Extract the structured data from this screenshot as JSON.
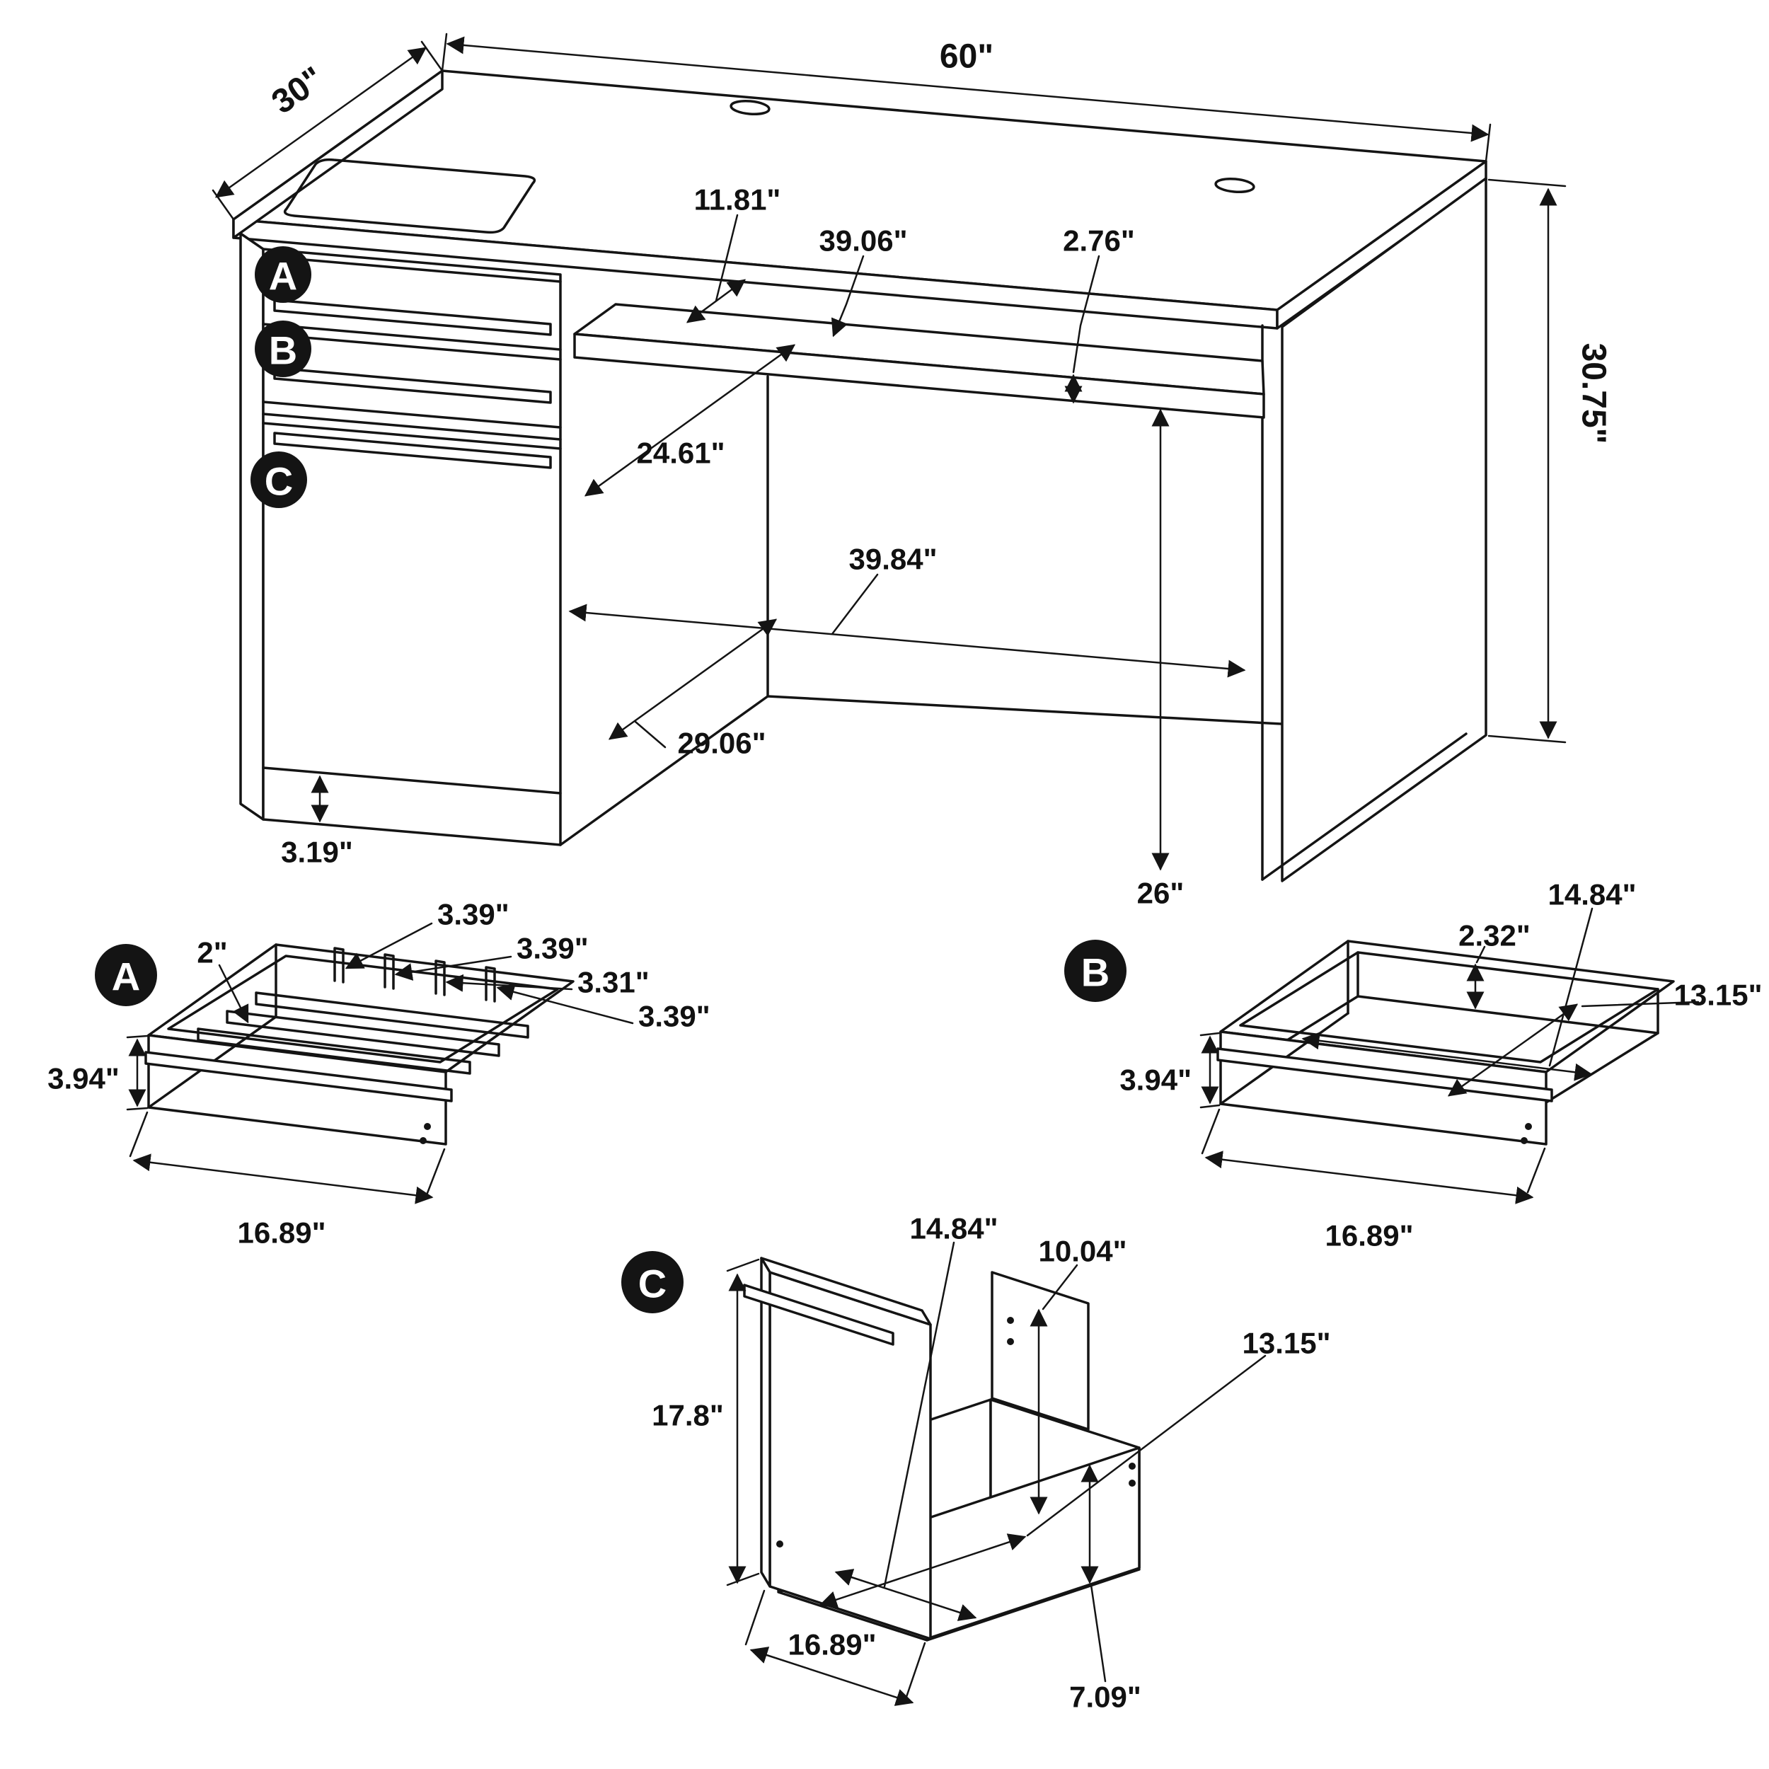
{
  "diagram": {
    "desk": {
      "width": "60\"",
      "depth": "30\"",
      "height": "30.75\"",
      "tray_depth": "11.81\"",
      "tray_width": "39.06\"",
      "tray_edge": "2.76\"",
      "knee_depth": "24.61\"",
      "knee_width": "39.84\"",
      "side_depth": "29.06\"",
      "base_height": "3.19\"",
      "knee_clearance": "26\"",
      "drawer_a_label": "A",
      "drawer_b_label": "B",
      "drawer_c_label": "C"
    },
    "drawer_a": {
      "badge": "A",
      "slot_1": "3.39\"",
      "slot_2": "3.39\"",
      "slot_3": "3.31\"",
      "slot_4": "3.39\"",
      "slot_depth": "2\"",
      "height": "3.94\"",
      "width": "16.89\""
    },
    "drawer_b": {
      "badge": "B",
      "rail_height": "2.32\"",
      "interior_width": "14.84\"",
      "interior_depth": "13.15\"",
      "height": "3.94\"",
      "width": "16.89\""
    },
    "cabinet_c": {
      "badge": "C",
      "interior_width": "14.84\"",
      "interior_height": "10.04\"",
      "interior_depth": "13.15\"",
      "height": "17.8\"",
      "width": "16.89\"",
      "base_height": "7.09\""
    }
  }
}
